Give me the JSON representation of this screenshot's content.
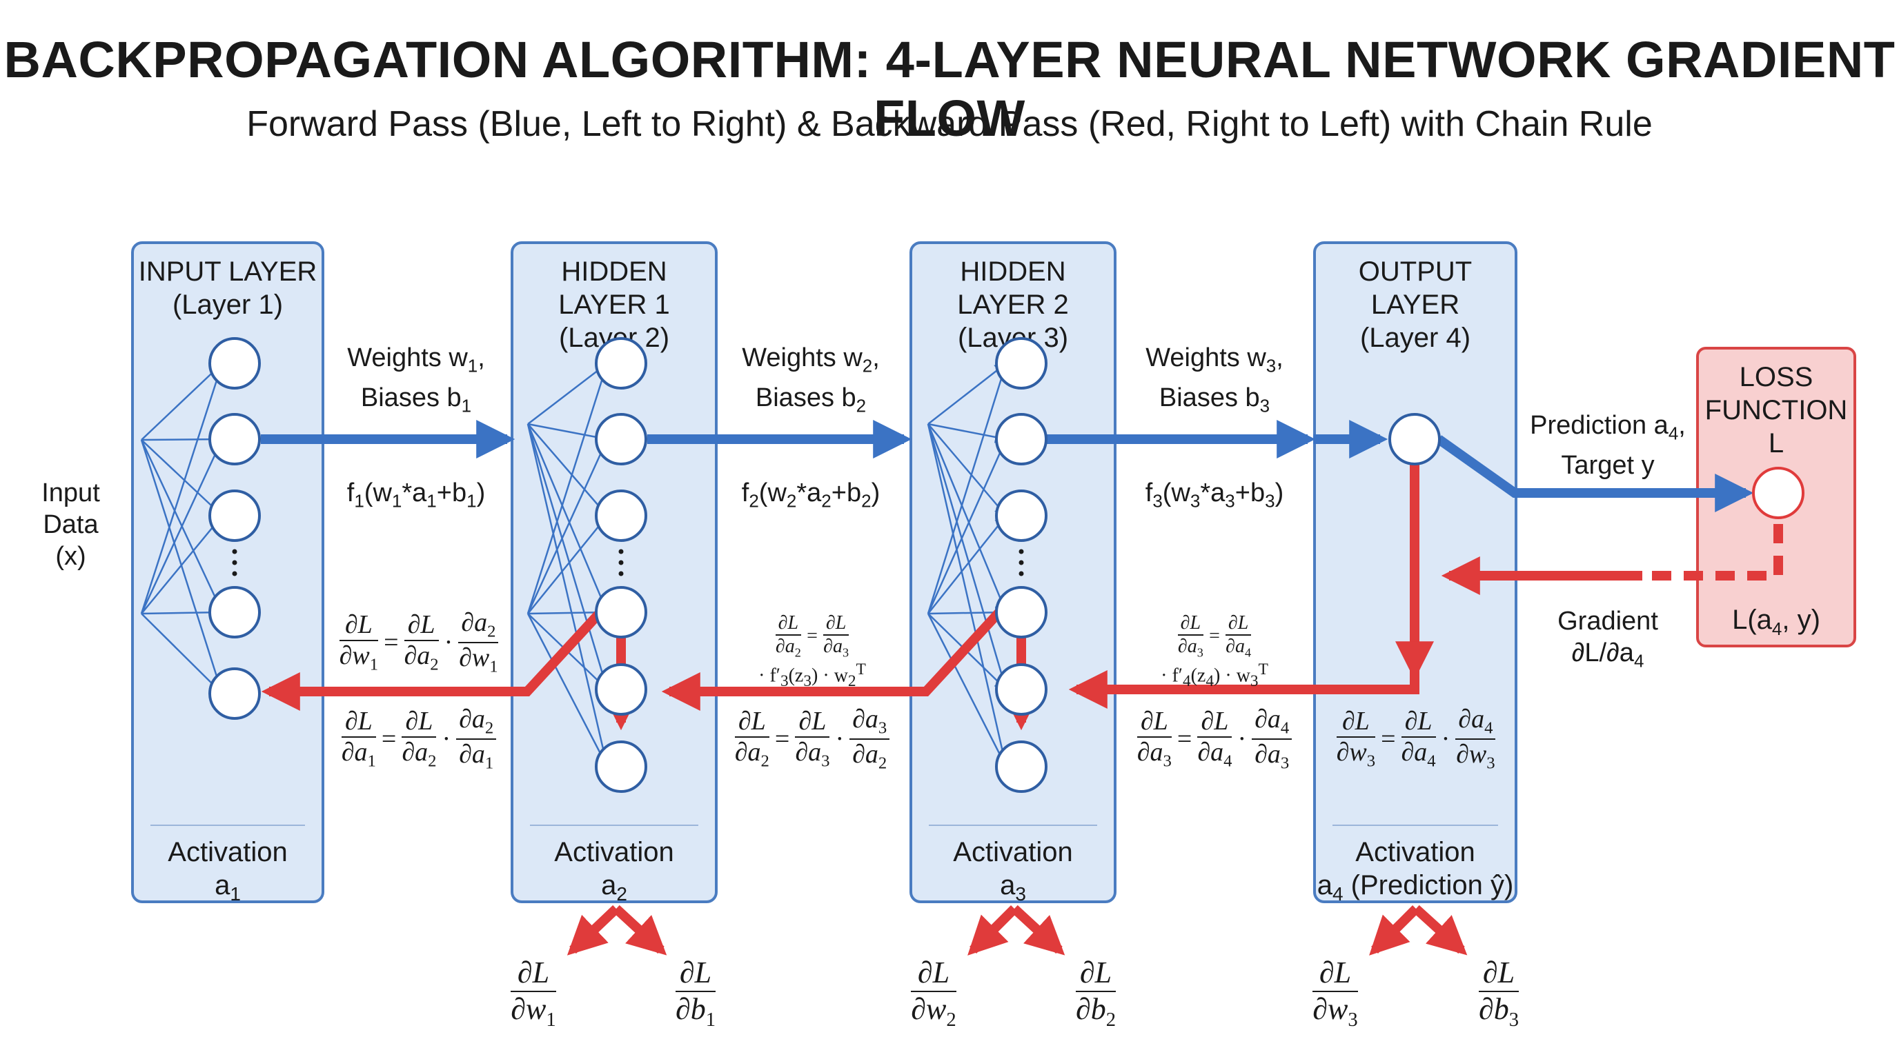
{
  "header": {
    "title": "BACKPROPAGATION ALGORITHM: 4-LAYER NEURAL NETWORK GRADIENT FLOW",
    "subtitle": "Forward Pass (Blue, Left to Right) & Backward Pass (Red, Right to Left) with Chain Rule"
  },
  "colors": {
    "forward": "#3b73c4",
    "backward": "#e03b3b",
    "layer_fill": "#dce8f7",
    "loss_fill": "#f8d0d0"
  },
  "input_data": {
    "line1": "Input",
    "line2": "Data",
    "line3": "(x)"
  },
  "layers": [
    {
      "line1": "INPUT LAYER",
      "line2": "(Layer 1)",
      "activation": "Activation",
      "activation_var": "a",
      "activation_sub": "1",
      "activation_extra": ""
    },
    {
      "line1": "HIDDEN LAYER 1",
      "line2": "(Layer 2)",
      "activation": "Activation",
      "activation_var": "a",
      "activation_sub": "2",
      "activation_extra": ""
    },
    {
      "line1": "HIDDEN LAYER 2",
      "line2": "(Layer 3)",
      "activation": "Activation",
      "activation_var": "a",
      "activation_sub": "3",
      "activation_extra": ""
    },
    {
      "line1": "OUTPUT LAYER",
      "line2": "(Layer 4)",
      "activation": "Activation",
      "activation_var": "a",
      "activation_sub": "4",
      "activation_extra": " (Prediction ŷ)"
    }
  ],
  "connections": [
    {
      "weights": "Weights w",
      "w_sub": "1",
      "biases": "Biases b",
      "b_sub": "1",
      "fn": "f",
      "fn_sub": "1",
      "fn_arg": "(w",
      "fn_arg2": "*a",
      "fn_arg3": "+b",
      "fn_end": ")",
      "idx": "1"
    },
    {
      "weights": "Weights w",
      "w_sub": "2",
      "biases": "Biases b",
      "b_sub": "2",
      "fn": "f",
      "fn_sub": "2",
      "fn_arg": "(w",
      "fn_arg2": "*a",
      "fn_arg3": "+b",
      "fn_end": ")",
      "idx": "2"
    },
    {
      "weights": "Weights w",
      "w_sub": "3",
      "biases": "Biases b",
      "b_sub": "3",
      "fn": "f",
      "fn_sub": "3",
      "fn_arg": "(w",
      "fn_arg2": "*a",
      "fn_arg3": "+b",
      "fn_end": ")",
      "idx": "3"
    }
  ],
  "loss": {
    "title_line1": "LOSS",
    "title_line2": "FUNCTION",
    "title_line3": "L",
    "expr": "L(a",
    "expr_sub": "4",
    "expr_end": ", y)"
  },
  "prediction_label": {
    "line1": "Prediction a",
    "line1_sub": "4",
    "line1_end": ",",
    "line2": "Target y"
  },
  "gradient_label": {
    "line1": "Gradient",
    "line2": "∂L/∂a",
    "line2_sub": "4"
  },
  "math": {
    "d": "∂",
    "L": "L",
    "dot": "·",
    "eq": "=",
    "f3_term": "· f′",
    "f3_sub": "3",
    "f3_arg": "(z",
    "f3_arg_sub": "3",
    "f3_end": ") · w",
    "f4_term": "· f′",
    "f4_sub": "4",
    "f4_arg": "(z",
    "f4_arg_sub": "4",
    "f4_end": ") · w",
    "w2": "2",
    "w3": "3",
    "T": "T",
    "bottom": [
      {
        "w": "∂w",
        "w_sub": "1",
        "b": "∂b",
        "b_sub": "1"
      },
      {
        "w": "∂w",
        "w_sub": "2",
        "b": "∂b",
        "b_sub": "2"
      },
      {
        "w": "∂w",
        "w_sub": "3",
        "b": "∂b",
        "b_sub": "3"
      }
    ]
  }
}
